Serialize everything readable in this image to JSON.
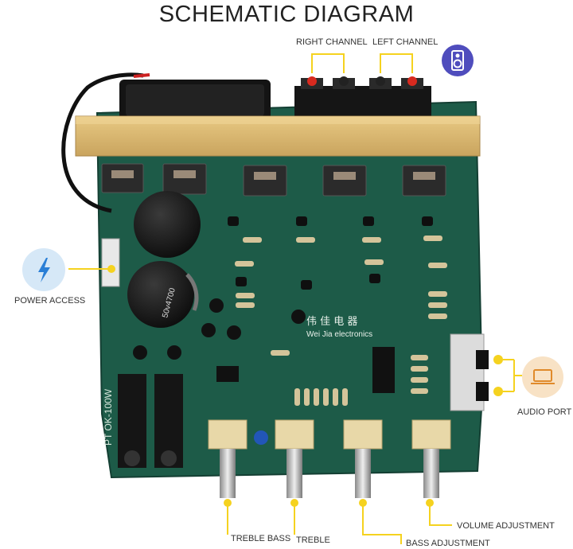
{
  "title": "SCHEMATIC DIAGRAM",
  "labels": {
    "right_channel": "RIGHT CHANNEL",
    "left_channel": "LEFT CHANNEL",
    "power_access": "POWER ACCESS",
    "audio_port": "AUDIO PORT",
    "treble_bass": "TREBLE BASS",
    "treble": "TREBLE",
    "volume_adjustment": "VOLUME ADJUSTMENT",
    "bass_adjustment": "BASS ADJUSTMENT"
  },
  "board": {
    "brand_line1": "伟 佳 电 器",
    "brand_line2": "Wei Jia electronics",
    "model": "PT OK-100W",
    "capacitor_value": "50v4700"
  },
  "colors": {
    "accent": "#f5d21f",
    "board": "#1c5a47",
    "heatsink": "#d9b870",
    "power_icon_bg": "#d6e8f7",
    "power_icon": "#2a7fd6",
    "audio_icon_bg": "#f8e2c5",
    "audio_icon": "#e08a2a",
    "speaker_icon_bg": "#4f4dbd"
  },
  "icons": [
    "speaker-icon",
    "lightning-icon",
    "laptop-icon"
  ]
}
